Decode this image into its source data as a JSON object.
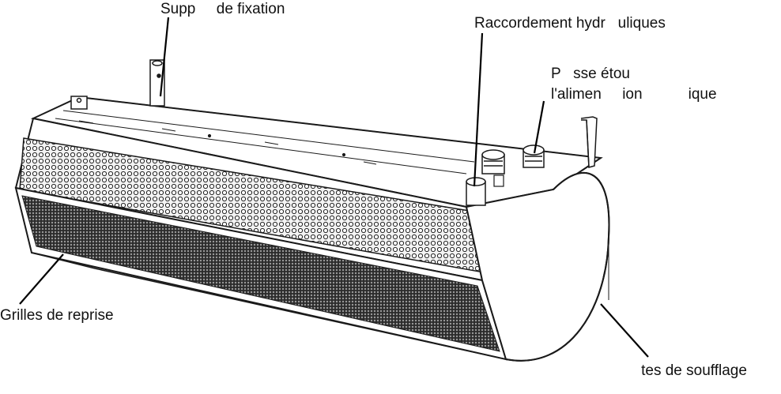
{
  "labels": {
    "support": "Supp     de fixation",
    "hydraulic": "Raccordement hydr   uliques",
    "gland_line1": "P   sse étou",
    "gland_line2": "l'alimen     ion           ique",
    "intake": "Grilles de reprise",
    "outlet": "    tes de soufflage"
  },
  "colors": {
    "stroke": "#1a1a1a",
    "body_fill": "#ffffff",
    "grille_fill": "#2a2a2a",
    "text": "#111111"
  }
}
